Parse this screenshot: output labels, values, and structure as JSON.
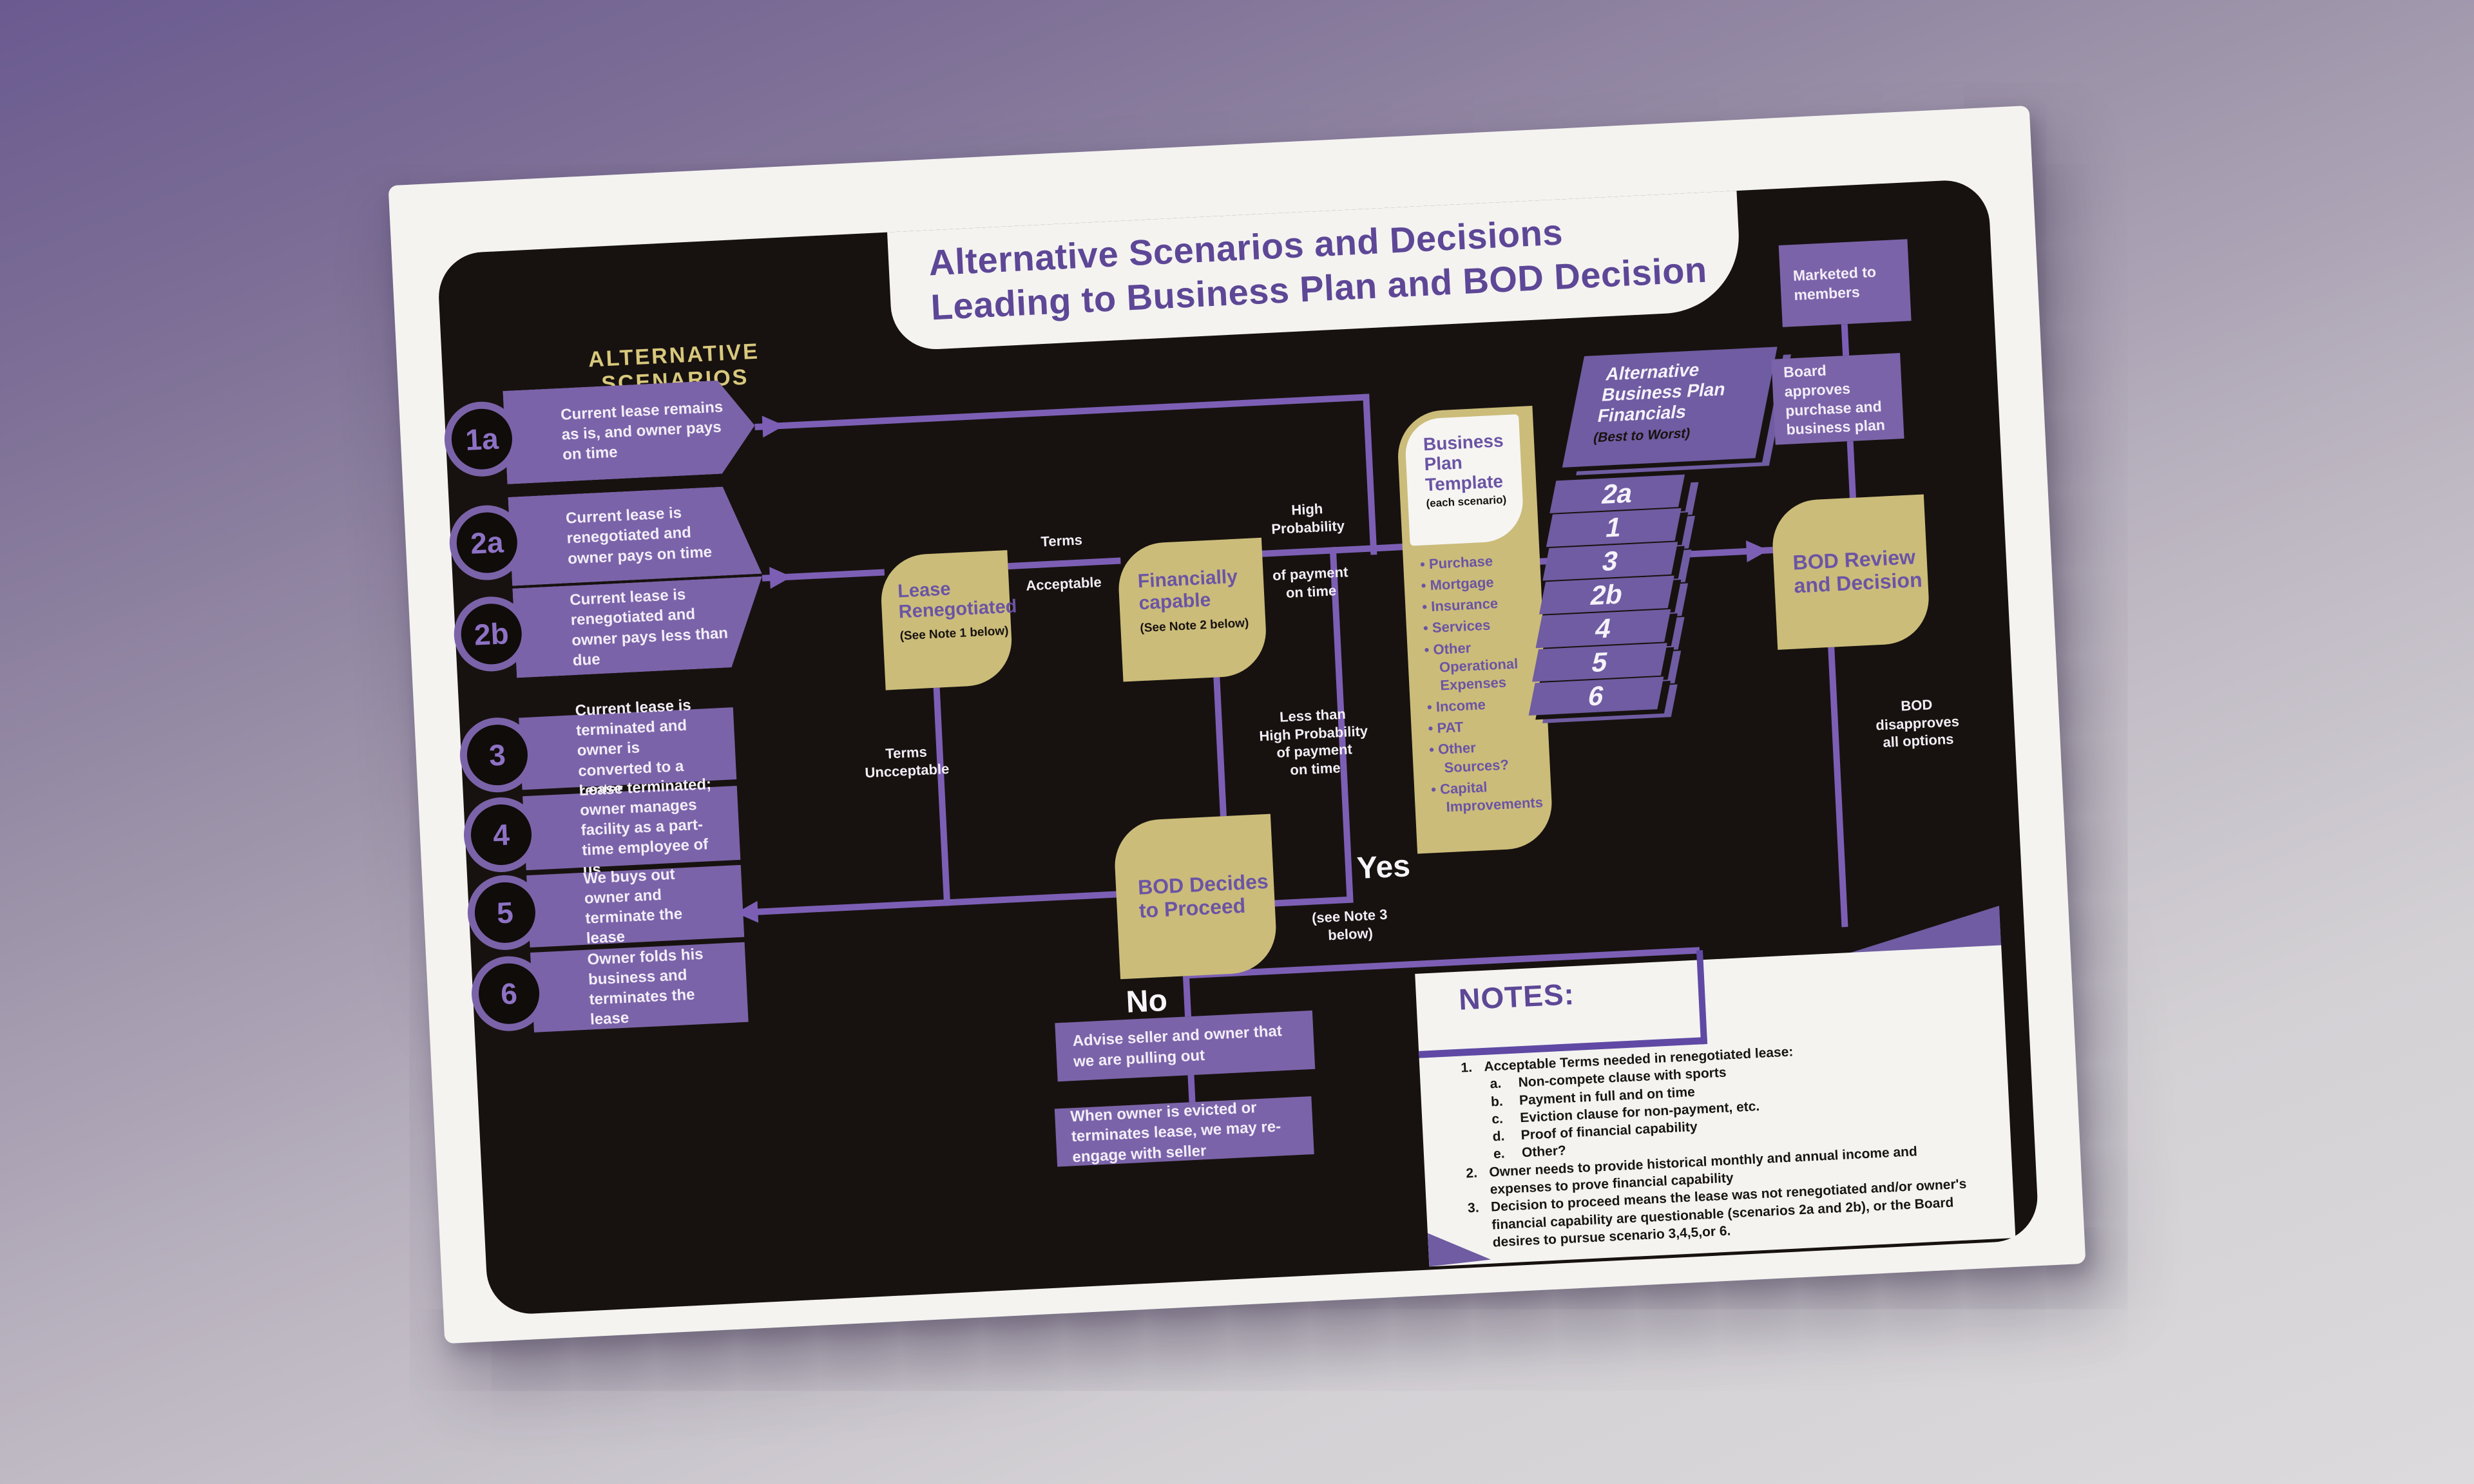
{
  "title": {
    "line1": "Alternative Scenarios and Decisions",
    "line2": "Leading to Business Plan and BOD Decision"
  },
  "scenarios": {
    "heading": "ALTERNATIVE SCENARIOS",
    "items": [
      {
        "id": "1a",
        "label": "Current lease remains as is, and owner pays on time"
      },
      {
        "id": "2a",
        "label": "Current lease is renegotiated and owner pays on time"
      },
      {
        "id": "2b",
        "label": "Current lease is renegotiated and owner pays less than due"
      },
      {
        "id": "3",
        "label": "Current lease is terminated and owner is converted to a renter"
      },
      {
        "id": "4",
        "label": "Lease terminated; owner manages facility as a part-time employee of us"
      },
      {
        "id": "5",
        "label": "We buys out owner and terminate the lease"
      },
      {
        "id": "6",
        "label": "Owner folds his business and terminates the lease"
      }
    ]
  },
  "nodes": {
    "lease": {
      "line1": "Lease",
      "line2": "Renegotiated",
      "note": "(See Note 1 below)"
    },
    "financial": {
      "line1": "Financially",
      "line2": "capable",
      "note": "(See Note 2 below)"
    },
    "bpt": {
      "line1": "Business",
      "line2": "Plan",
      "line3": "Template",
      "note": "(each scenario)",
      "items": [
        "Purchase",
        "Mortgage",
        "Insurance",
        "Services",
        "Other Operational Expenses",
        "Income",
        "PAT",
        "Other Sources?",
        "Capital Improvements"
      ]
    },
    "bod_decides": {
      "line1": "BOD Decides",
      "line2": "to Proceed"
    },
    "bod_review": {
      "line1": "BOD Review",
      "line2": "and Decision"
    },
    "marketed": "Marketed to members",
    "board_approves": "Board approves purchase and business plan",
    "advise": "Advise seller and owner that we are pulling out",
    "when_owner": "When owner is evicted or terminates lease, we may re-engage with seller"
  },
  "financials": {
    "header_lines": [
      "Alternative",
      "Business",
      "Plan",
      "Financials"
    ],
    "subheader": "(Best to Worst)",
    "order": [
      "2a",
      "1",
      "3",
      "2b",
      "4",
      "5",
      "6"
    ]
  },
  "edges": {
    "terms_acceptable": [
      "Terms",
      "Acceptable"
    ],
    "high_probability": [
      "High",
      "Probability"
    ],
    "high_probability2": [
      "of payment",
      "on time"
    ],
    "terms_unacceptable": [
      "Terms",
      "Uncceptable"
    ],
    "less_than": [
      "Less than",
      "High Probability",
      "of payment",
      "on time"
    ],
    "yes": "Yes",
    "yes_note": [
      "(see Note 3",
      "below)"
    ],
    "no": "No",
    "bod_disapproves": [
      "BOD",
      "disapproves",
      "all options"
    ]
  },
  "notes": {
    "heading": "NOTES:",
    "items": [
      {
        "num": "1.",
        "text": "Acceptable Terms needed in renegotiated lease:",
        "subs": [
          {
            "letter": "a.",
            "text": "Non-compete clause with sports"
          },
          {
            "letter": "b.",
            "text": "Payment in full and on time"
          },
          {
            "letter": "c.",
            "text": "Eviction clause for non-payment, etc."
          },
          {
            "letter": "d.",
            "text": "Proof of financial capability"
          },
          {
            "letter": "e.",
            "text": "Other?"
          }
        ]
      },
      {
        "num": "2.",
        "text": "Owner needs to provide historical monthly and annual income and expenses to prove financial capability"
      },
      {
        "num": "3.",
        "text": "Decision to proceed means the lease was not renegotiated and/or owner's financial capability are questionable (scenarios 2a and 2b), or the Board desires to pursue scenario 3,4,5,or 6."
      }
    ]
  },
  "colors": {
    "accent_purple": "#7b63a9",
    "line_purple": "#7c5fb5",
    "gold": "#cbbc7a",
    "panel_black": "#17120f",
    "title_purple": "#5d4796",
    "heading_gold": "#d8c87d"
  }
}
